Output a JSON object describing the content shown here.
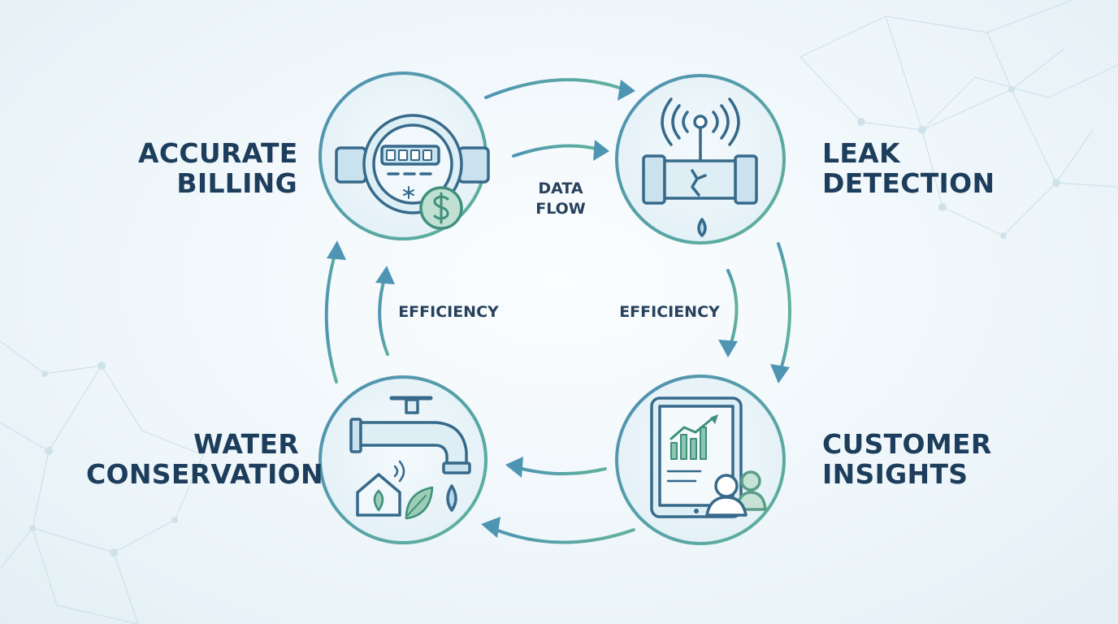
{
  "nodes": {
    "accurate_billing": {
      "line1": "ACCURATE",
      "line2": "BILLING"
    },
    "leak_detection": {
      "line1": "LEAK",
      "line2": "DETECTION"
    },
    "customer_insights": {
      "line1": "CUSTOMER",
      "line2": "INSIGHTS"
    },
    "water_conservation": {
      "line1": "WATER",
      "line2": "CONSERVATION"
    }
  },
  "flows": {
    "data_flow": {
      "line1": "DATA",
      "line2": "FLOW"
    },
    "efficiency_left": "EFFICIENCY",
    "efficiency_right": "EFFICIENCY"
  },
  "icons": {
    "accurate_billing": "water-meter-dollar-icon",
    "leak_detection": "leaking-pipe-sensor-icon",
    "customer_insights": "tablet-chart-users-icon",
    "water_conservation": "faucet-home-leaf-icon"
  },
  "colors": {
    "circle_stroke": "#4e95b4",
    "icon_stroke": "#36698a",
    "accent_green": "#5cae95",
    "label_text": "#1d3d5c"
  }
}
